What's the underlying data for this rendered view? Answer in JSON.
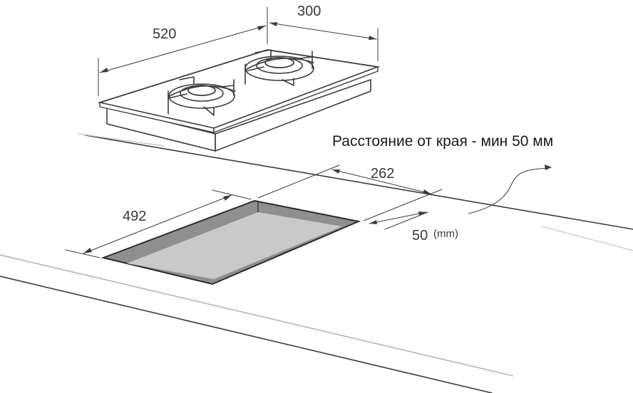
{
  "dimensions": {
    "hob_width": "520",
    "hob_depth": "300",
    "cutout_width": "492",
    "cutout_depth": "262",
    "edge_distance": "50",
    "unit": "(mm)"
  },
  "note": "Расстояние от края - мин 50 мм",
  "colors": {
    "line": "#3c3c3c",
    "cutout_fill": "#c9c9c9",
    "cutout_wall": "#8f8f8f",
    "counter_edge": "#b5b5b5"
  }
}
